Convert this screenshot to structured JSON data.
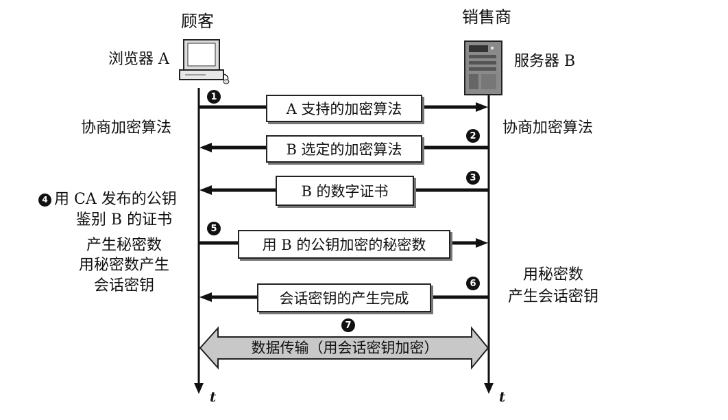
{
  "parties": {
    "left_role": "顾客",
    "left_name": "浏览器 A",
    "right_role": "销售商",
    "right_name": "服务器 B"
  },
  "left_notes": {
    "negotiate": "协商加密算法",
    "step4_line1": "用 CA 发布的公钥",
    "step4_line2": "鉴别 B 的证书",
    "step5_line1": "产生秘密数",
    "step5_line2": "用秘密数产生",
    "step5_line3": "会话密钥"
  },
  "right_notes": {
    "negotiate": "协商加密算法",
    "step6_line1": "用秘密数",
    "step6_line2": "产生会话密钥"
  },
  "messages": [
    {
      "step": "1",
      "text": "A 支持的加密算法",
      "direction": "A-to-B"
    },
    {
      "step": "2",
      "text": "B 选定的加密算法",
      "direction": "B-to-A"
    },
    {
      "step": "3",
      "text": "B 的数字证书",
      "direction": "B-to-A"
    },
    {
      "step": "4",
      "direction": "local-A"
    },
    {
      "step": "5",
      "text": "用 B 的公钥加密的秘密数",
      "direction": "A-to-B"
    },
    {
      "step": "6",
      "text": "会话密钥的产生完成",
      "direction": "B-to-A"
    },
    {
      "step": "7",
      "text": "数据传输（用会话密钥加密）",
      "direction": "both"
    }
  ],
  "timeline_label": "t",
  "icons": {
    "left": "computer-icon",
    "right": "server-icon"
  }
}
